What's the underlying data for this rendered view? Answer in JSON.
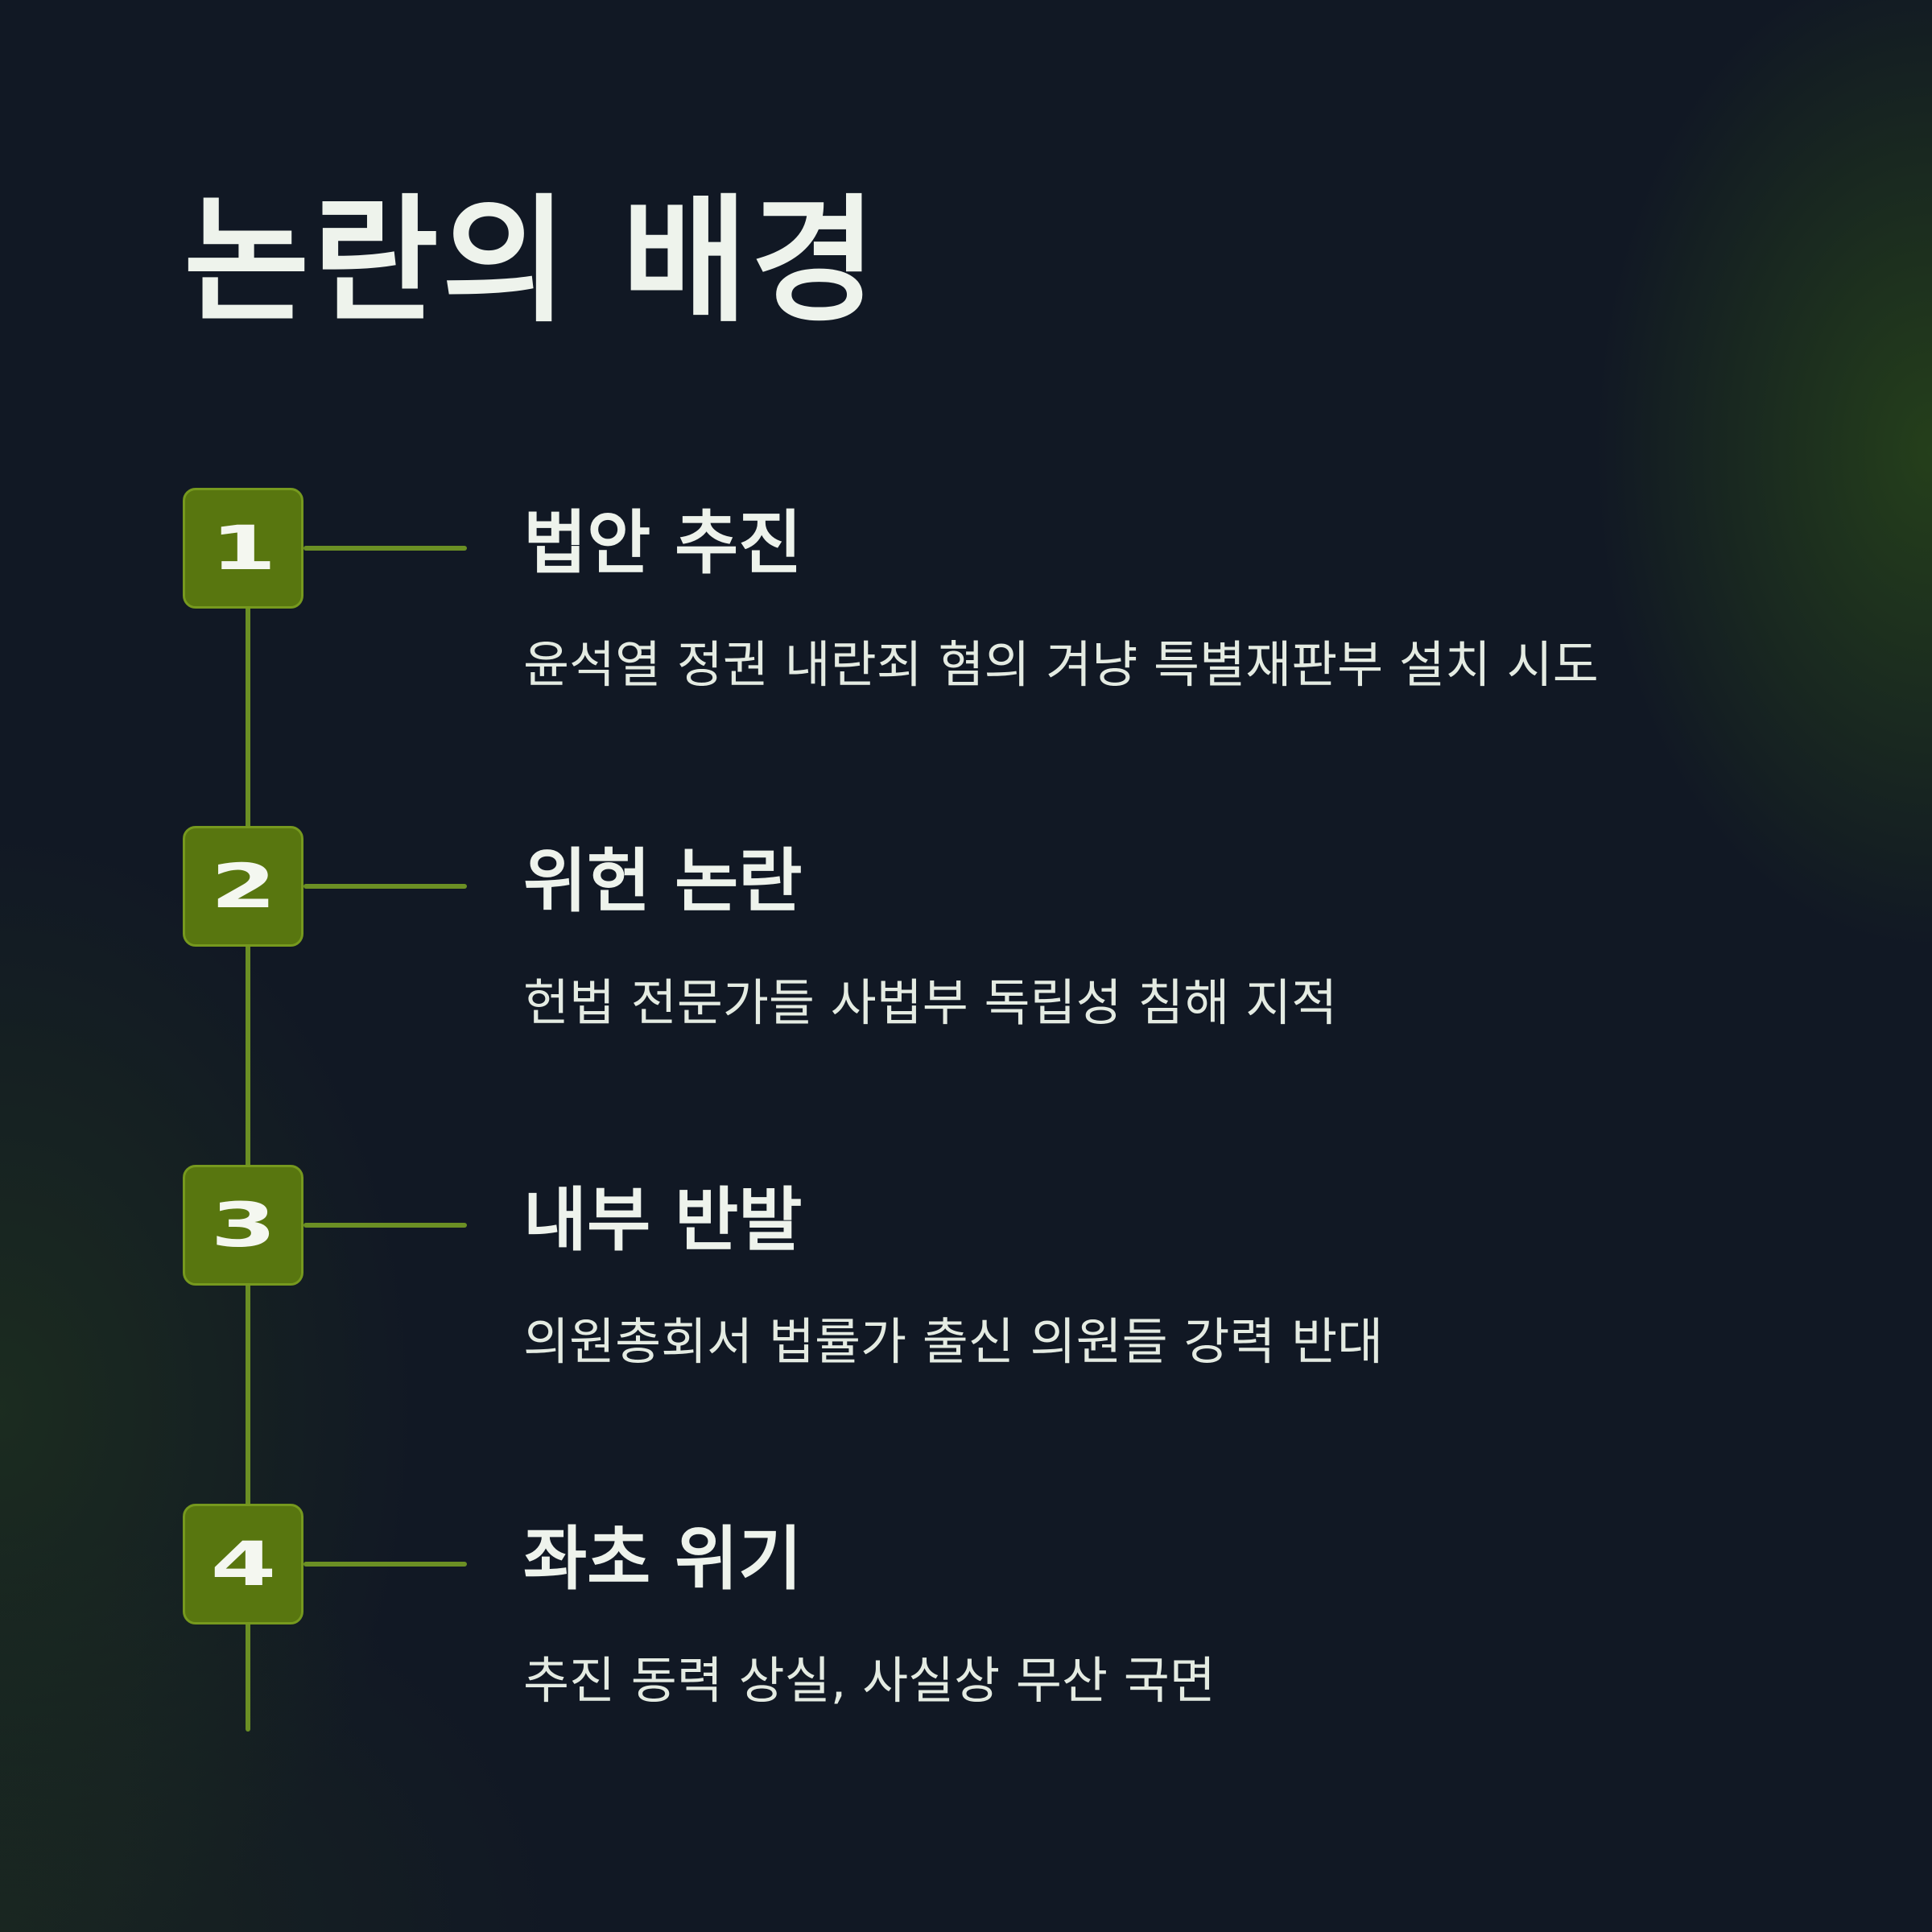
{
  "title": "논란의 배경",
  "colors": {
    "background": "#111824",
    "accent": "#58760f",
    "line": "#6b8f24",
    "text": "#eef3ec"
  },
  "steps": [
    {
      "number": "1",
      "heading": "법안 추진",
      "description": "윤석열 정권 내란죄 혐의 겨냥 특별재판부 설치 시도"
    },
    {
      "number": "2",
      "heading": "위헌 논란",
      "description": "헌법 전문가들 사법부 독립성 침해 지적"
    },
    {
      "number": "3",
      "heading": "내부 반발",
      "description": "의원총회서 법률가 출신 의원들 강력 반대"
    },
    {
      "number": "4",
      "heading": "좌초 위기",
      "description": "추진 동력 상실, 사실상 무산 국면"
    }
  ]
}
